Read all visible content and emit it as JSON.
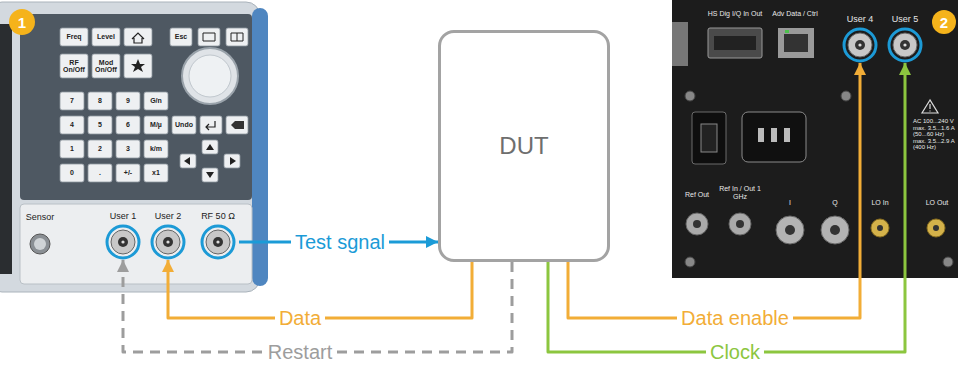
{
  "diagram": {
    "nodes": [
      {
        "text": [
          "User 1"
        ]
      },
      {
        "text": [
          "User 2"
        ]
      },
      {
        "text": [
          "RF 50 Ω"
        ]
      },
      {
        "text": [
          "DUT"
        ]
      },
      {
        "text": [
          "User 4"
        ]
      },
      {
        "text": [
          "User 5"
        ]
      }
    ],
    "edges": [
      {
        "from": 2,
        "to": 3,
        "label": "Test sgnal",
        "arrow": "to"
      },
      {
        "from": 3,
        "to": 1,
        "label": "Data",
        "arrow": "to"
      },
      {
        "from": 3,
        "to": 0,
        "label": "Restart",
        "arrow": "to"
      },
      {
        "from": 3,
        "to": 4,
        "label": "Data enable",
        "arrow": "to"
      },
      {
        "from": 3,
        "to": 5,
        "label": "Clock",
        "arrow": "to"
      }
    ],
    "labels": [
      "1",
      "2",
      "Freq",
      "Level",
      "Esc",
      "RF On/Off",
      "Mod On/Off",
      "7",
      "8",
      "9",
      "G/n",
      "4",
      "5",
      "6",
      "M/µ",
      "1",
      "2",
      "3",
      "k/m",
      "0",
      ".",
      "+/-",
      "x1",
      "Undo",
      "Sensor",
      "HS Dig I/Q In Out",
      "Adv Data / Ctrl",
      "AC 100...240 V max. 3.5...1.6 A (50...60 Hz) max. 3.5...2.9 A (400 Hz)",
      "Ref Out",
      "Ref In / Out 1 GHz",
      "I",
      "Q",
      "LO In",
      "LO Out"
    ]
  }
}
